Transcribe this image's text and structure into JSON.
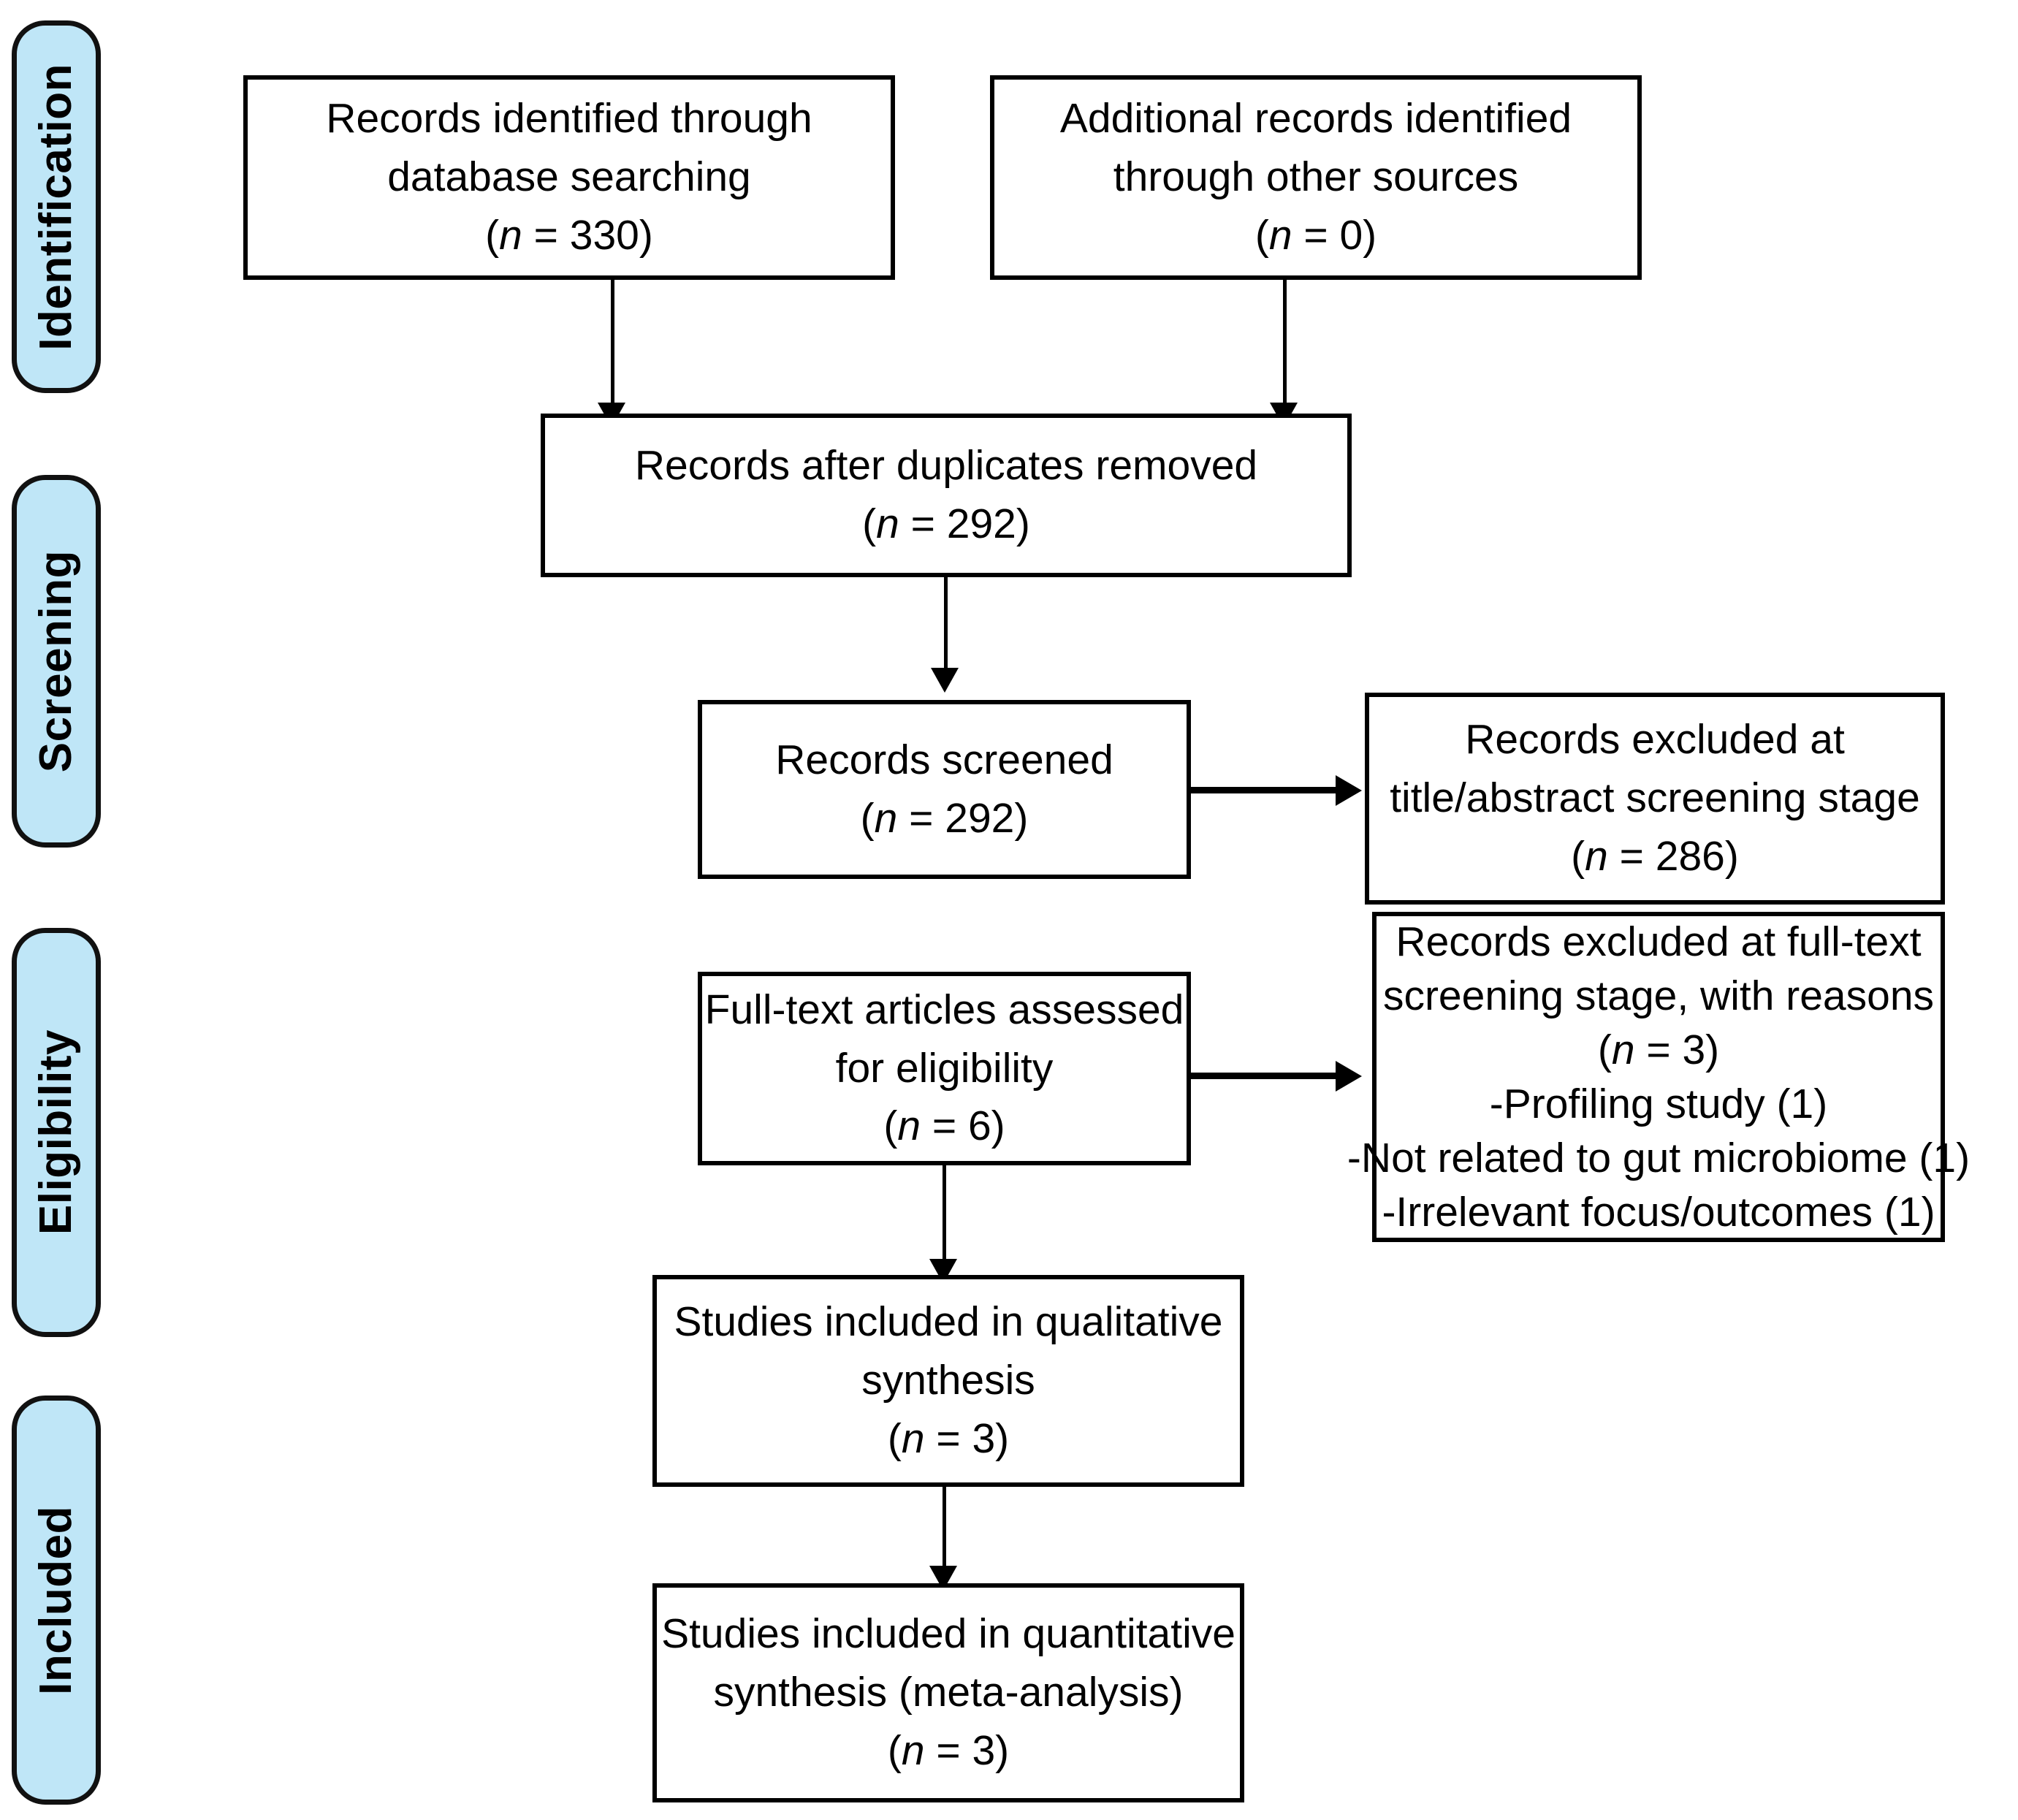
{
  "diagram": {
    "type": "PRISMA flow diagram",
    "stages": [
      {
        "id": "identification",
        "label": "Identification"
      },
      {
        "id": "screening",
        "label": "Screening"
      },
      {
        "id": "eligibility",
        "label": "Eligibility"
      },
      {
        "id": "included",
        "label": "Included"
      }
    ],
    "boxes": [
      {
        "id": "records-identified-database",
        "lines": [
          {
            "text": "Records identified through"
          },
          {
            "text": "database searching"
          },
          {
            "prefix": "(",
            "italic": "n",
            "suffix": " = 330)"
          }
        ],
        "count_label": "(n = 330)",
        "count": 330
      },
      {
        "id": "additional-records-other-sources",
        "lines": [
          {
            "text": "Additional records identified"
          },
          {
            "text": "through other sources"
          },
          {
            "prefix": "(",
            "italic": "n",
            "suffix": " = 0)"
          }
        ],
        "count_label": "(n = 0)",
        "count": 0
      },
      {
        "id": "records-after-duplicates-removed",
        "lines": [
          {
            "text": "Records after duplicates removed"
          },
          {
            "prefix": "(",
            "italic": "n",
            "suffix": " = 292)"
          }
        ],
        "count_label": "(n = 292)",
        "count": 292
      },
      {
        "id": "records-screened",
        "lines": [
          {
            "text": "Records screened"
          },
          {
            "prefix": "(",
            "italic": "n",
            "suffix": " = 292)"
          }
        ],
        "count_label": "(n = 292)",
        "count": 292
      },
      {
        "id": "records-excluded-title-abstract",
        "lines": [
          {
            "text": "Records excluded at"
          },
          {
            "text": "title/abstract screening stage"
          },
          {
            "prefix": "(",
            "italic": "n",
            "suffix": " = 286)"
          }
        ],
        "count_label": "(n = 286)",
        "count": 286
      },
      {
        "id": "fulltext-articles-assessed",
        "lines": [
          {
            "text": "Full-text articles assessed"
          },
          {
            "text": "for eligibility"
          },
          {
            "prefix": "(",
            "italic": "n",
            "suffix": " = 6)"
          }
        ],
        "count_label": "(n = 6)",
        "count": 6
      },
      {
        "id": "records-excluded-fulltext",
        "lines": [
          {
            "text": "Records excluded at full-text"
          },
          {
            "text": "screening stage, with reasons"
          },
          {
            "prefix": "(",
            "italic": "n",
            "suffix": " = 3)"
          },
          {
            "text": "-Profiling study (1)"
          },
          {
            "text": "-Not related to gut microbiome (1)"
          },
          {
            "text": "-Irrelevant focus/outcomes (1)"
          }
        ],
        "count_label": "(n = 3)",
        "count": 3,
        "reasons": [
          {
            "reason": "Profiling study",
            "n": 1
          },
          {
            "reason": "Not related to gut microbiome",
            "n": 1
          },
          {
            "reason": "Irrelevant focus/outcomes",
            "n": 1
          }
        ]
      },
      {
        "id": "studies-qualitative-synthesis",
        "lines": [
          {
            "text": "Studies included in qualitative"
          },
          {
            "text": "synthesis"
          },
          {
            "prefix": "(",
            "italic": "n",
            "suffix": " = 3)"
          }
        ],
        "count_label": "(n = 3)",
        "count": 3
      },
      {
        "id": "studies-quantitative-synthesis",
        "lines": [
          {
            "text": "Studies included in quantitative"
          },
          {
            "text": "synthesis (meta-analysis)"
          },
          {
            "prefix": "(",
            "italic": "n",
            "suffix": " = 3)"
          }
        ],
        "count_label": "(n = 3)",
        "count": 3
      }
    ],
    "colors": {
      "stage_fill": "#BFE6F7",
      "stage_border": "#111111",
      "box_border": "#000000",
      "box_fill": "#FFFFFF",
      "text": "#000000",
      "connector": "#000000"
    }
  }
}
